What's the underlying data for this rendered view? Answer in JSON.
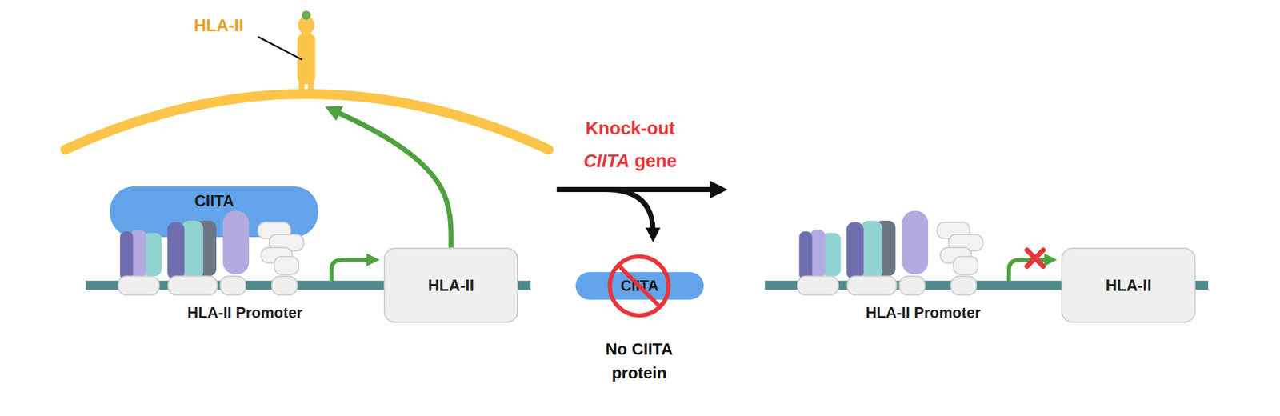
{
  "diagram": {
    "nodes": [
      {
        "text": [
          "HLA-II"
        ]
      },
      {
        "text": [
          "CIITA"
        ]
      },
      {
        "text": [
          "HLA-II"
        ]
      },
      {
        "text": [
          "CIITA"
        ]
      },
      {
        "text": [
          "HLA-II"
        ]
      }
    ],
    "edges": [
      {
        "from": 2,
        "to": 0,
        "arrow": "to"
      }
    ],
    "labels": [
      "HLA-II Promoter",
      "Knock-out",
      "CIITA gene",
      "No CIITA protein",
      "HLA-II Promoter"
    ]
  }
}
